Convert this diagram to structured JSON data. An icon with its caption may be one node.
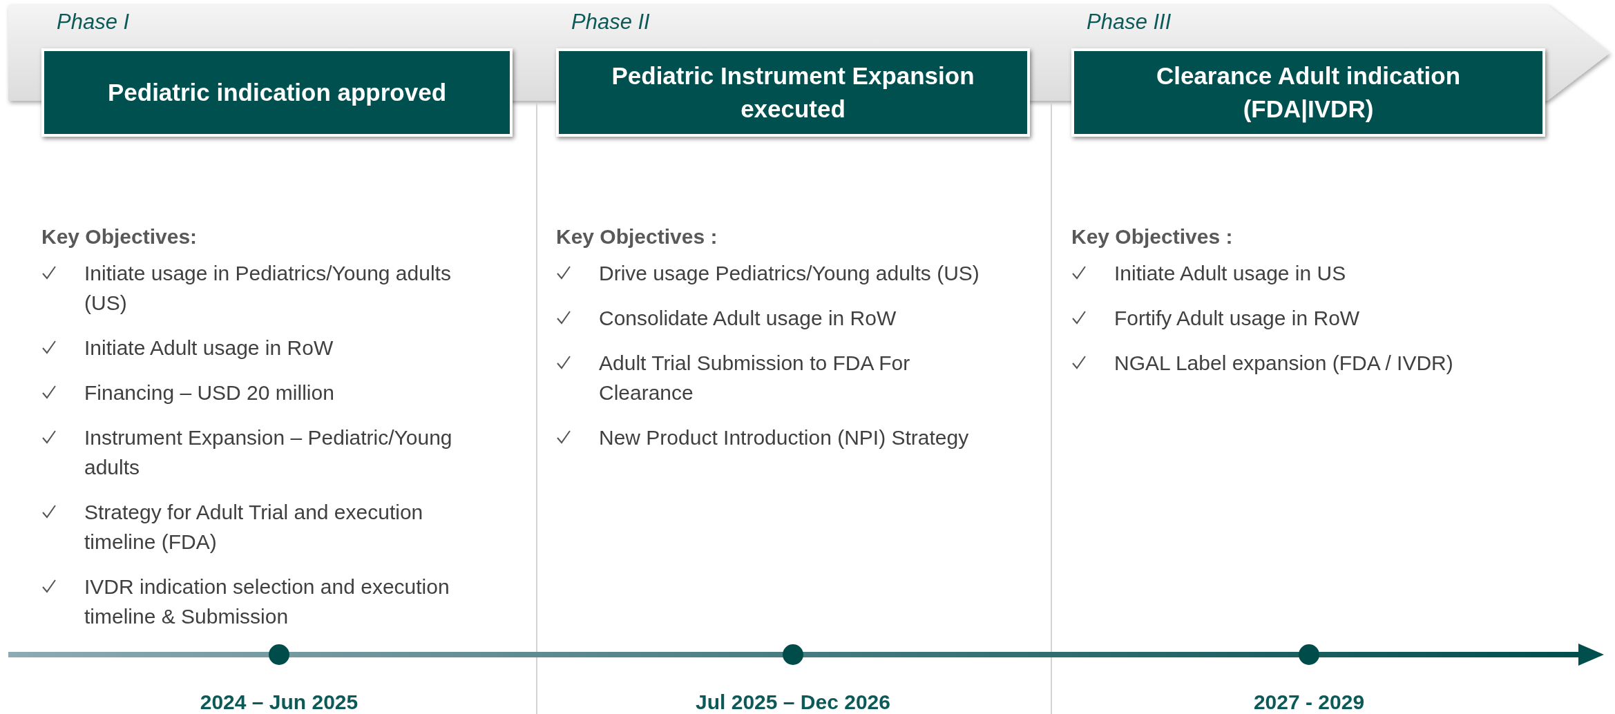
{
  "diagram": {
    "nodes": [
      {
        "text": [
          "Pediatric indication approved"
        ],
        "beside": [
          "Phase I"
        ]
      },
      {
        "text": [
          "Pediatric Instrument Expansion executed"
        ],
        "beside": [
          "Phase II"
        ]
      },
      {
        "text": [
          "Clearance Adult indication (FDA|IVDR)"
        ],
        "beside": [
          "Phase III"
        ]
      },
      {
        "text": [],
        "shape": "circle",
        "beside": [
          "2024 – Jun 2025"
        ]
      },
      {
        "text": [],
        "shape": "circle",
        "beside": [
          "Jul 2025 – Dec 2026"
        ]
      },
      {
        "text": [],
        "shape": "circle",
        "beside": [
          "2027 - 2029"
        ]
      }
    ],
    "labels": [
      "Key Objectives:",
      "Initiate usage in Pediatrics/Young adults (US)",
      "Initiate Adult usage in RoW",
      "Financing – USD 20 million",
      "Instrument Expansion – Pediatric/Young adults",
      "Strategy for Adult Trial and execution timeline (FDA)",
      "IVDR indication selection and execution timeline & Submission",
      "Key Objectives :",
      "Drive usage Pediatrics/Young adults (US)",
      "Consolidate Adult usage in RoW",
      "Adult Trial Submission to FDA For Clearance",
      "New Product Introduction (NPI) Strategy",
      "Key Objectives :",
      "Initiate Adult usage in US",
      "Fortify Adult usage in RoW",
      "NGAL Label expansion (FDA / IVDR)"
    ]
  }
}
